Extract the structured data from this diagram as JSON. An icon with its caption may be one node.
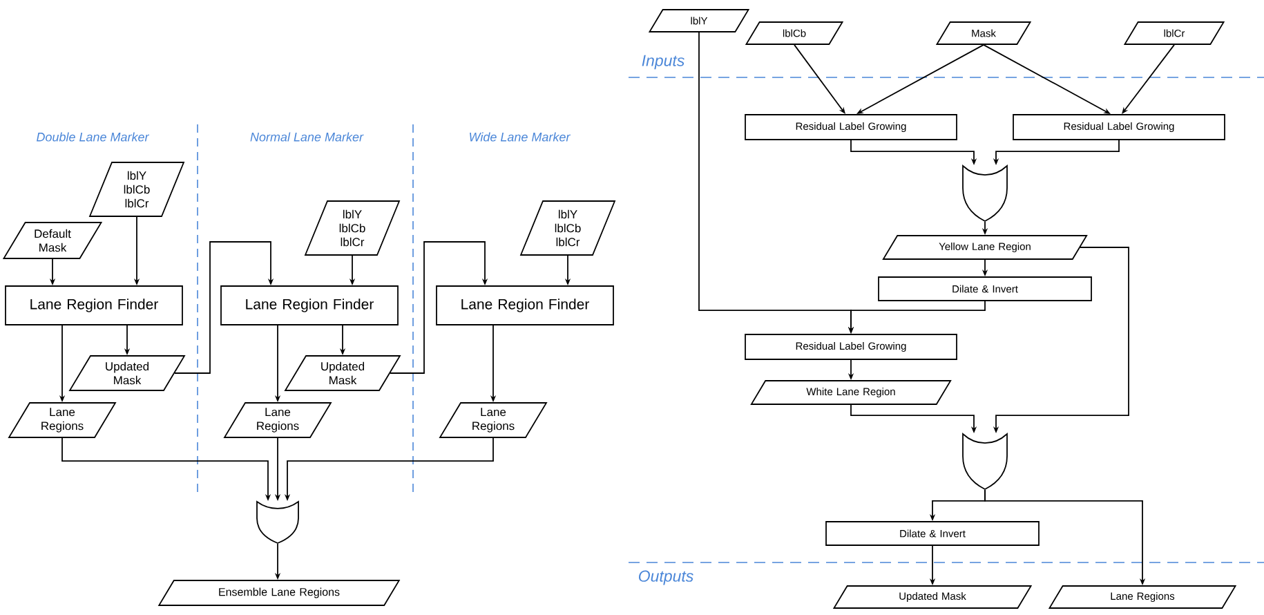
{
  "diagram": {
    "nodes": [
      {
        "text": [
          "lblY lblCb lblCr"
        ]
      },
      {
        "text": [
          "Default Mask"
        ]
      },
      {
        "text": [
          "Lane Region Finder"
        ]
      },
      {
        "text": [
          "Updated Mask"
        ]
      },
      {
        "text": [
          "Lane Regions"
        ]
      },
      {
        "text": [
          "lblY lblCb lblCr"
        ]
      },
      {
        "text": [
          "Lane Region Finder"
        ]
      },
      {
        "text": [
          "Updated Mask"
        ]
      },
      {
        "text": [
          "Lane Regions"
        ]
      },
      {
        "text": [
          "lblY lblCb lblCr"
        ]
      },
      {
        "text": [
          "Lane Region Finder"
        ]
      },
      {
        "text": [
          "Lane Regions"
        ]
      },
      {
        "text": [],
        "shape": "gate"
      },
      {
        "text": [
          "Ensemble Lane Regions"
        ]
      },
      {
        "text": [
          "lblY"
        ]
      },
      {
        "text": [
          "lblCb"
        ]
      },
      {
        "text": [
          "Mask"
        ]
      },
      {
        "text": [
          "lblCr"
        ]
      },
      {
        "text": [
          "Residual Label Growing"
        ]
      },
      {
        "text": [
          "Residual Label Growing"
        ]
      },
      {
        "text": [],
        "shape": "gate"
      },
      {
        "text": [
          "Yellow Lane Region"
        ]
      },
      {
        "text": [
          "Dilate & Invert"
        ]
      },
      {
        "text": [
          "Residual Label Growing"
        ]
      },
      {
        "text": [
          "White Lane Region"
        ]
      },
      {
        "text": [],
        "shape": "gate"
      },
      {
        "text": [
          "Dilate & Invert"
        ]
      },
      {
        "text": [
          "Updated Mask"
        ]
      },
      {
        "text": [
          "Lane Regions"
        ]
      }
    ],
    "edges": [
      {
        "from": 1,
        "to": 2,
        "arrow": "to"
      },
      {
        "from": 0,
        "to": 2,
        "arrow": "to"
      },
      {
        "from": 2,
        "to": 3,
        "arrow": "to"
      },
      {
        "from": 2,
        "to": 4,
        "arrow": "to"
      },
      {
        "from": 3,
        "to": 6,
        "arrow": "to"
      },
      {
        "from": 5,
        "to": 6,
        "arrow": "to"
      },
      {
        "from": 6,
        "to": 7,
        "arrow": "to"
      },
      {
        "from": 6,
        "to": 8,
        "arrow": "to"
      },
      {
        "from": 7,
        "to": 10,
        "arrow": "to"
      },
      {
        "from": 9,
        "to": 10,
        "arrow": "to"
      },
      {
        "from": 10,
        "to": 11,
        "arrow": "to"
      },
      {
        "from": 4,
        "to": 12,
        "arrow": "to"
      },
      {
        "from": 8,
        "to": 12,
        "arrow": "to"
      },
      {
        "from": 11,
        "to": 12,
        "arrow": "to"
      },
      {
        "from": 12,
        "to": 13,
        "arrow": "to"
      },
      {
        "from": 15,
        "to": 18,
        "arrow": "to"
      },
      {
        "from": 16,
        "to": 18,
        "arrow": "to"
      },
      {
        "from": 16,
        "to": 19,
        "arrow": "to"
      },
      {
        "from": 17,
        "to": 19,
        "arrow": "to"
      },
      {
        "from": 18,
        "to": 20,
        "arrow": "to"
      },
      {
        "from": 19,
        "to": 20,
        "arrow": "to"
      },
      {
        "from": 20,
        "to": 21,
        "arrow": "to"
      },
      {
        "from": 21,
        "to": 22,
        "arrow": "to"
      },
      {
        "from": 14,
        "to": 23,
        "arrow": "to"
      },
      {
        "from": 22,
        "to": 23,
        "arrow": "to"
      },
      {
        "from": 23,
        "to": 24,
        "arrow": "to"
      },
      {
        "from": 24,
        "to": 25,
        "arrow": "to"
      },
      {
        "from": 21,
        "to": 25,
        "arrow": "to"
      },
      {
        "from": 25,
        "to": 26,
        "arrow": "to"
      },
      {
        "from": 25,
        "to": 28,
        "arrow": "to"
      },
      {
        "from": 26,
        "to": 27,
        "arrow": "to"
      }
    ],
    "labels": [
      "Double Lane Marker",
      "Normal Lane Marker",
      "Wide Lane Marker",
      "Inputs",
      "Outputs"
    ]
  }
}
